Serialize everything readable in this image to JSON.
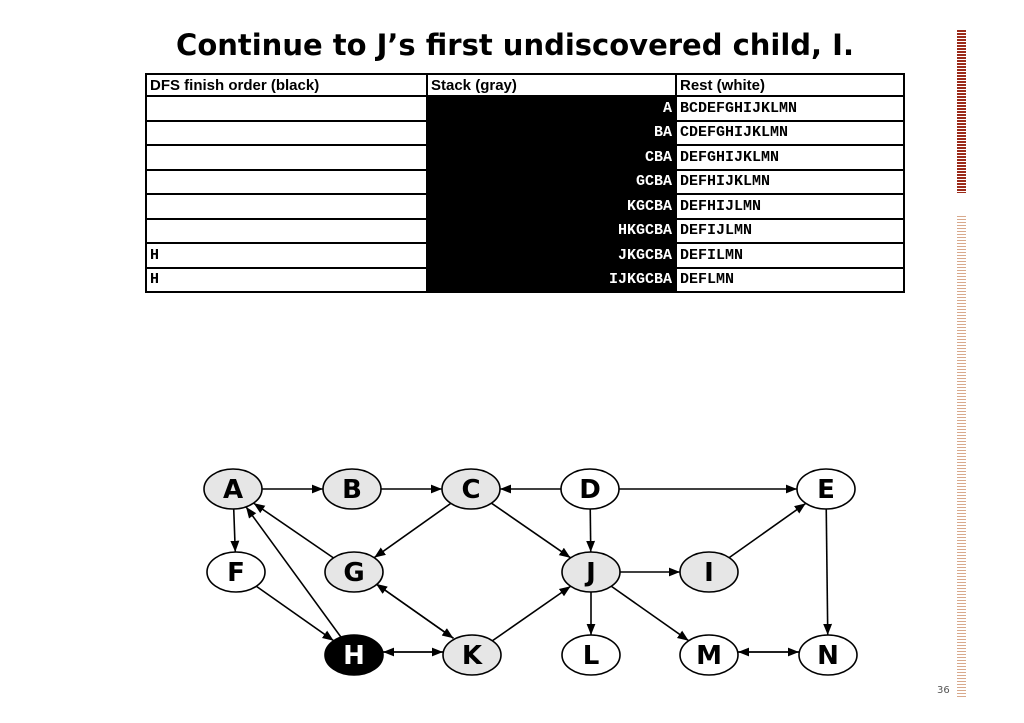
{
  "title": "Continue to J’s first undiscovered child, I.",
  "table": {
    "headers": [
      "DFS finish order (black)",
      "Stack (gray)",
      "Rest (white)"
    ],
    "rows": [
      {
        "finish": "",
        "stack": "A",
        "rest": "BCDEFGHIJKLMN"
      },
      {
        "finish": "",
        "stack": "BA",
        "rest": "CDEFGHIJKLMN"
      },
      {
        "finish": "",
        "stack": "CBA",
        "rest": "DEFGHIJKLMN"
      },
      {
        "finish": "",
        "stack": "GCBA",
        "rest": "DEFHIJKLMN"
      },
      {
        "finish": "",
        "stack": "KGCBA",
        "rest": "DEFHIJLMN"
      },
      {
        "finish": "",
        "stack": "HKGCBA",
        "rest": "DEFIJLMN"
      },
      {
        "finish": "H",
        "stack": "JKGCBA",
        "rest": "DEFILMN"
      },
      {
        "finish": "H",
        "stack": "IJKGCBA",
        "rest": "DEFLMN"
      }
    ]
  },
  "graph": {
    "colors": {
      "white": "#ffffff",
      "gray": "#e6e6e6",
      "black": "#000000"
    },
    "nodes": [
      {
        "id": "A",
        "state": "gray"
      },
      {
        "id": "B",
        "state": "gray"
      },
      {
        "id": "C",
        "state": "gray"
      },
      {
        "id": "D",
        "state": "white"
      },
      {
        "id": "E",
        "state": "white"
      },
      {
        "id": "F",
        "state": "white"
      },
      {
        "id": "G",
        "state": "gray"
      },
      {
        "id": "J",
        "state": "gray"
      },
      {
        "id": "I",
        "state": "gray"
      },
      {
        "id": "H",
        "state": "black"
      },
      {
        "id": "K",
        "state": "gray"
      },
      {
        "id": "L",
        "state": "white"
      },
      {
        "id": "M",
        "state": "white"
      },
      {
        "id": "N",
        "state": "white"
      }
    ],
    "edges": [
      [
        "A",
        "B"
      ],
      [
        "B",
        "C"
      ],
      [
        "D",
        "C"
      ],
      [
        "D",
        "E"
      ],
      [
        "A",
        "F"
      ],
      [
        "C",
        "G"
      ],
      [
        "C",
        "J"
      ],
      [
        "D",
        "J"
      ],
      [
        "G",
        "A"
      ],
      [
        "H",
        "A"
      ],
      [
        "F",
        "H"
      ],
      [
        "G",
        "K"
      ],
      [
        "K",
        "G"
      ],
      [
        "H",
        "K"
      ],
      [
        "K",
        "H"
      ],
      [
        "K",
        "J"
      ],
      [
        "J",
        "I"
      ],
      [
        "I",
        "E"
      ],
      [
        "J",
        "L"
      ],
      [
        "J",
        "M"
      ],
      [
        "E",
        "N"
      ],
      [
        "M",
        "N"
      ],
      [
        "N",
        "M"
      ]
    ]
  },
  "page_number": "36"
}
